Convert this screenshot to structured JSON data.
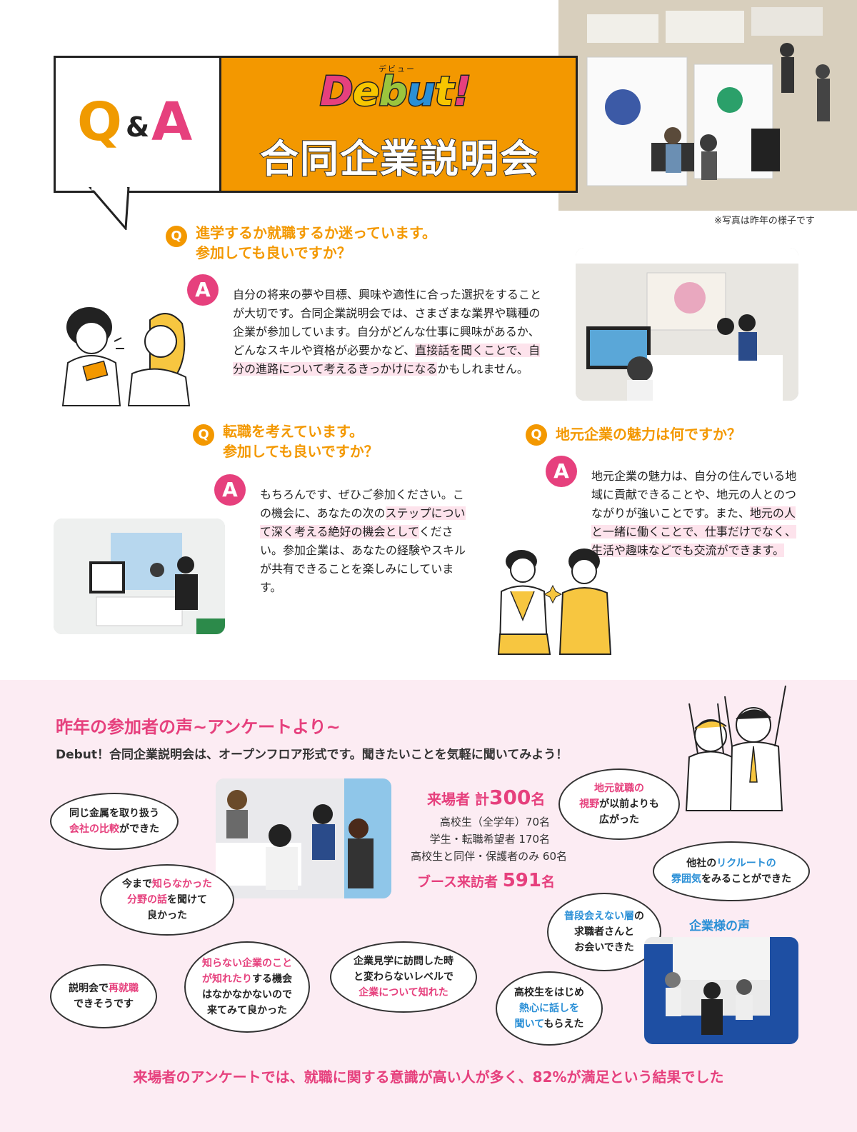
{
  "header": {
    "q": "Q",
    "amp": "&",
    "a": "A",
    "debut_ruby": "デビュー",
    "debut_letters": [
      "D",
      "e",
      "b",
      "u",
      "t",
      "!"
    ],
    "title": "合同企業説明会",
    "photo_caption": "※写真は昨年の様子です"
  },
  "qa": [
    {
      "q_icon": "Q",
      "question": "進学するか就職するか迷っています。\n参加しても良いですか？",
      "a_icon": "A",
      "answer_plain": "自分の将来の夢や目標、興味や適性に合った選択をすることが大切です。合同企業説明会では、さまざまな業界や職種の企業が参加しています。自分がどんな仕事に興味があるか、どんなスキルや資格が必要かなど、",
      "answer_highlight": "直接話を聞くことで、自分の進路について考えるきっかけになる",
      "answer_tail": "かもしれません。"
    },
    {
      "q_icon": "Q",
      "question": "転職を考えています。\n参加しても良いですか？",
      "a_icon": "A",
      "answer_plain": "もちろんです、ぜひご参加ください。この機会に、あなたの次の",
      "answer_highlight": "ステップについて深く考える絶好の機会として",
      "answer_tail": "ください。参加企業は、あなたの経験やスキルが共有できることを楽しみにしています。"
    },
    {
      "q_icon": "Q",
      "question": "地元企業の魅力は何ですか？",
      "a_icon": "A",
      "answer_plain": "地元企業の魅力は、自分の住んでいる地域に貢献できることや、地元の人とのつながりが強いことです。また、",
      "answer_highlight": "地元の人と一緒に働くことで、仕事だけでなく、生活や趣味などでも交流ができます。",
      "answer_tail": ""
    }
  ],
  "voices": {
    "title": "昨年の参加者の声~アンケートより~",
    "subtitle": "Debut！合同企業説明会は、オープンフロア形式です。聞きたいことを気軽に聞いてみよう！",
    "bubbles": [
      {
        "pre": "同じ金属を取り扱う\n",
        "hl": "会社の比較",
        "post": "ができた",
        "color": "pink"
      },
      {
        "pre": "今まで",
        "hl": "知らなかった\n分野の話",
        "post": "を聞けて\n良かった",
        "color": "pink"
      },
      {
        "pre": "説明会で",
        "hl": "再就職",
        "post": "\nできそうです",
        "color": "pink"
      },
      {
        "pre": "",
        "hl": "知らない企業のこと\nが知れたり",
        "post": "する機会\nはなかなかないので\n来てみて良かった",
        "color": "pink"
      },
      {
        "pre": "企業見学に訪問した時\nと変わらないレベルで\n",
        "hl": "企業について知れた",
        "post": "",
        "color": "pink"
      },
      {
        "pre": "",
        "hl": "地元就職の\n視野",
        "post": "が以前よりも\n広がった",
        "color": "pink"
      },
      {
        "pre": "他社の",
        "hl": "リクルートの\n雰囲気",
        "post": "をみることができた",
        "color": "blue"
      },
      {
        "pre": "",
        "hl": "普段会えない層",
        "post": "の\n求職者さんと\nお会いできた",
        "color": "blue"
      },
      {
        "pre": "高校生をはじめ\n",
        "hl": "熱心に話しを\n聞いて",
        "post": "もらえた",
        "color": "blue"
      }
    ],
    "stats": {
      "visitors_label": "来場者 計",
      "visitors_value": "300",
      "visitors_unit": "名",
      "lines": [
        "高校生（全学年）70名",
        "学生・転職希望者 170名",
        "高校生と同伴・保護者のみ 60名"
      ],
      "booth_label": "ブース来訪者",
      "booth_value": "591",
      "booth_unit": "名"
    },
    "company_voice_title": "企業様の声",
    "summary": "来場者のアンケートでは、就職に関する意識が高い人が多く、82%が満足という結果でした"
  },
  "colors": {
    "orange": "#f39800",
    "pink": "#e6407d",
    "blue": "#2a8fd6",
    "pink_bg": "#fcecf3",
    "debut_letters": [
      "#e6407d",
      "#f39800",
      "#9bc53d",
      "#2a8fd6",
      "#f7c600",
      "#e6407d"
    ]
  }
}
